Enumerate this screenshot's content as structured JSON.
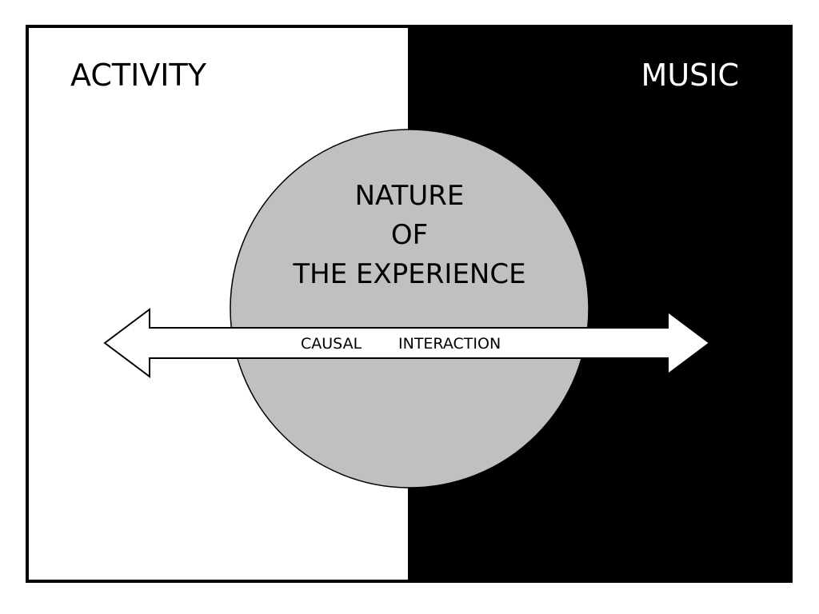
{
  "diagram": {
    "left_panel": {
      "title": "ACTIVITY",
      "fill": "#ffffff",
      "text_color": "#000000"
    },
    "right_panel": {
      "title": "MUSIC",
      "fill": "#000000",
      "text_color": "#ffffff"
    },
    "circle": {
      "line1": "NATURE",
      "line2": "OF",
      "line3": "THE EXPERIENCE",
      "fill": "#c0c0c0",
      "stroke": "#000000"
    },
    "arrow": {
      "left_label": "CAUSAL",
      "right_label": "INTERACTION",
      "fill": "#ffffff",
      "stroke": "#000000"
    },
    "frame": {
      "border_color": "#000000"
    }
  }
}
